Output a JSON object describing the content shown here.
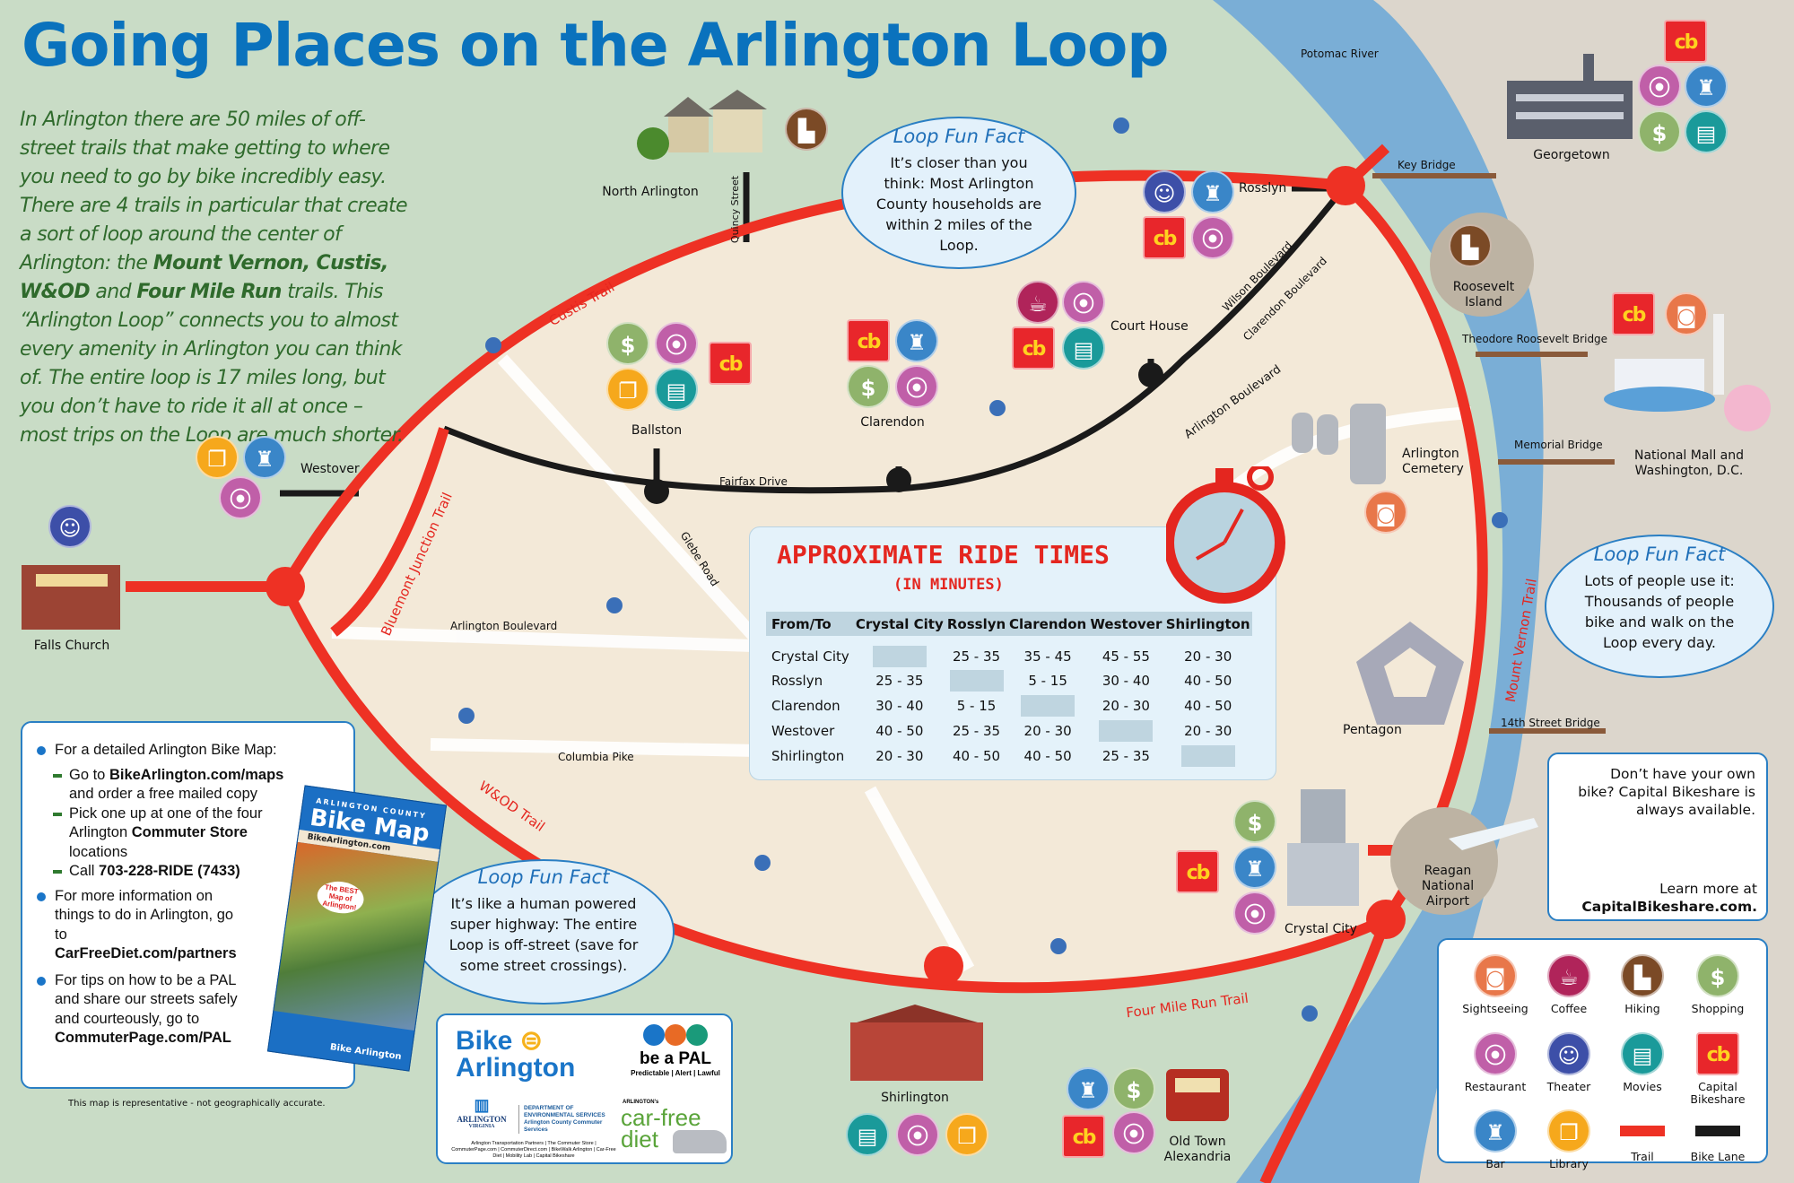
{
  "title": "Going Places on the Arlington Loop",
  "intro": {
    "p1": "In Arlington there are 50 miles of off-street trails that make getting to where you need to go by bike incredibly easy. There are 4 trails in particular that create a sort of loop around the center of Arlington: the ",
    "b1": "Mount Vernon, Custis, W&OD",
    "p2": " and ",
    "b2": "Four Mile Run",
    "p3": " trails. This “Arlington Loop” connects you to almost every amenity in Arlington you can think of. The entire loop is 17 miles long, but you don’t have to ride it all at once – most trips on the Loop are much shorter."
  },
  "colors": {
    "trail": "#ee3124",
    "bike_lane": "#1a1a1a",
    "river": "#7aaed6",
    "title": "#0a72bd"
  },
  "places": {
    "potomac": "Potomac River",
    "georgetown": "Georgetown",
    "key_bridge": "Key Bridge",
    "roosevelt": "Roosevelt Island",
    "tr_bridge": "Theodore Roosevelt Bridge",
    "memorial": "Memorial Bridge",
    "mall": "National Mall and Washington, D.C.",
    "cemetery": "Arlington Cemetery",
    "pentagon": "Pentagon",
    "fourteenth": "14th Street Bridge",
    "airport": "Reagan National Airport",
    "crystal": "Crystal City",
    "oldtown": "Old Town Alexandria",
    "shirlington": "Shirlington",
    "rosslyn": "Rosslyn",
    "courthouse": "Court House",
    "clarendon": "Clarendon",
    "ballston": "Ballston",
    "north_arlington": "North Arlington",
    "westover": "Westover",
    "falls_church": "Falls Church"
  },
  "roads": {
    "wilson": "Wilson Boulevard",
    "clarendon_blvd": "Clarendon Boulevard",
    "arlington_blvd_n": "Arlington Boulevard",
    "fairfax": "Fairfax Drive",
    "glebe": "Glebe Road",
    "quincy": "Quincy Street",
    "arlington_blvd_s": "Arlington Boulevard",
    "columbia": "Columbia Pike"
  },
  "trails": {
    "custis": "Custis Trail",
    "bluemont": "Bluemont Junction Trail",
    "wod": "W&OD Trail",
    "four_mile": "Four Mile Run Trail",
    "mount_vernon": "Mount Vernon Trail"
  },
  "fun_facts": [
    {
      "title": "Loop Fun Fact",
      "text": "It’s closer than you think: Most Arlington County households are within 2 miles of the Loop."
    },
    {
      "title": "Loop Fun Fact",
      "text": "Lots of people use it: Thousands of people bike and walk on the Loop every day."
    },
    {
      "title": "Loop Fun Fact",
      "text": "It’s like a human powered super highway: The entire Loop is off-street (save for some street crossings)."
    }
  ],
  "ride_times": {
    "title": "APPROXIMATE RIDE TIMES",
    "subtitle": "(IN MINUTES)",
    "header": [
      "From/To",
      "Crystal City",
      "Rosslyn",
      "Clarendon",
      "Westover",
      "Shirlington"
    ],
    "rows": [
      [
        "Crystal City",
        "",
        "25 - 35",
        "35 - 45",
        "45 - 55",
        "20 - 30"
      ],
      [
        "Rosslyn",
        "25 - 35",
        "",
        "5 - 15",
        "30 - 40",
        "40 - 50"
      ],
      [
        "Clarendon",
        "30 - 40",
        "5 - 15",
        "",
        "20 - 30",
        "40 - 50"
      ],
      [
        "Westover",
        "40 - 50",
        "25 - 35",
        "20 - 30",
        "",
        "20 - 30"
      ],
      [
        "Shirlington",
        "20 - 30",
        "40 - 50",
        "40 - 50",
        "25 - 35",
        ""
      ]
    ]
  },
  "info": {
    "b1": "For a detailed Arlington Bike Map:",
    "d1a": "Go to ",
    "d1b": "BikeArlington.com/maps",
    "d1c": " and order a free mailed copy",
    "d2a": "Pick one up at one of the four Arlington ",
    "d2b": "Commuter Store",
    "d2c": " locations",
    "d3a": "Call ",
    "d3b": "703-228-RIDE (7433)",
    "b2a": "For more information on things to do in Arlington, go to ",
    "b2b": "CarFreeDiet.com/partners",
    "b3a": "For tips on how to be a PAL and share our streets safely and courteously, go to ",
    "b3b": "CommuterPage.com/PAL",
    "map_cover": {
      "county": "ARLINGTON COUNTY",
      "title": "Bike Map",
      "url": "BikeArlington.com",
      "badge": "The BEST Map of Arlington!",
      "brand": "Bike Arlington"
    }
  },
  "disclaimer": "This map is representative - not geographically accurate.",
  "logos": {
    "bike": "Bike",
    "arlington": "Arlington",
    "pal": "be a PAL",
    "pal_sub": "Predictable | Alert | Lawful",
    "va1": "ARLINGTON",
    "va2": "VIRGINIA",
    "des1": "DEPARTMENT OF ENVIRONMENTAL SERVICES",
    "des2": "Arlington County Commuter Services",
    "partners": "Arlington Transportation Partners | The Commuter Store | CommuterPage.com | CommuterDirect.com | BikeWalk Arlington | Car-Free Diet | Mobility Lab | Capital Bikeshare",
    "cfd_small": "ARLINGTON’s",
    "cfd1": "car-free",
    "cfd2": "diet"
  },
  "bikeshare": {
    "line1": "Don’t have your own bike? Capital Bikeshare is always available.",
    "line2": "Learn more at",
    "url": "CapitalBikeshare.com."
  },
  "legend": {
    "items": [
      {
        "icon": "sightseeing",
        "label": "Sightseeing"
      },
      {
        "icon": "coffee",
        "label": "Coffee"
      },
      {
        "icon": "hiking",
        "label": "Hiking"
      },
      {
        "icon": "shopping",
        "label": "Shopping"
      },
      {
        "icon": "restaurant",
        "label": "Restaurant"
      },
      {
        "icon": "theater",
        "label": "Theater"
      },
      {
        "icon": "movies",
        "label": "Movies"
      },
      {
        "icon": "bikeshare",
        "label": "Capital Bikeshare"
      },
      {
        "icon": "bar",
        "label": "Bar"
      },
      {
        "icon": "library",
        "label": "Library"
      },
      {
        "icon": "trail-line",
        "label": "Trail"
      },
      {
        "icon": "bike-lane-line",
        "label": "Bike Lane"
      }
    ]
  }
}
